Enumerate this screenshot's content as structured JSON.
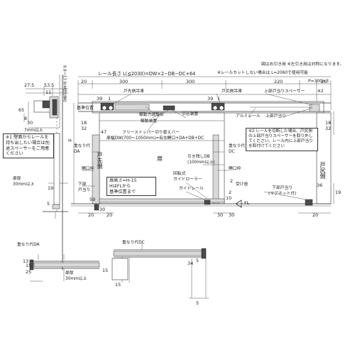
{
  "notes": {
    "top_note": "図は右引き用 ※左引き用は対称になります。",
    "rail_length": "レール長さ L(≦2030)=DW×2−DB−DC+64",
    "rail_uncut_note": "※レールカットしない場合は L=2060で使用可能",
    "note1": "※1 壁面からレールを持ち出したい場合は別途スペーサーをご用意ください",
    "note2": "※2 レールを切断した場合、戸尻側の上部戸当りスペーサーを取り外してください。レール内に上部戸当りを取付けてください"
  },
  "labels": {
    "door_stop_hook": "戸先側吊車",
    "tail_hanger": "戸尻側吊車",
    "upper_stop_spacer": "上部戸当りスペーサー",
    "note2_ref": "※2",
    "drive_bracket": "駆動力調整部",
    "draw_device": "引込装置",
    "drive_device": "駆動装置",
    "free_stopper": "フリーストッパー切り替えバー",
    "aluminum_rail": "アルミレール",
    "upper_stop": "上部戸当り",
    "reference_position": "基準位置",
    "door_width_formula": "扉幅DW(700〜1050mm)=有効開口+DA+DB+DC",
    "overlap_da": "重なり代\nDA",
    "overlap_dc": "重なり代\nDC",
    "door": "扉",
    "door_tip_side": "戸先側",
    "door_tail_side": "戸尻側",
    "pull_margin": "引き残しDB\n(100mm以上)",
    "opening_frame_left": "開口枠",
    "opening_frame_right": "開口枠",
    "rotary_guide_roller": "回転式\nガイドローラー",
    "guide_rail": "ガイドレール",
    "receiver_seat": "受け座",
    "lower_stop_left": "下部\n戸当り",
    "lower_stop_right": "下部戸当り\n(マグネット付)",
    "door_height_box": "扉高さ=H-15\nHはFLから\n基準位置まで",
    "door_thickness": "扉厚\n30mm以上",
    "door_thickness_bottom": "扉厚\n30mm以上",
    "overlap_da_bottom": "重なり代DA",
    "overlap_dc_bottom": "重なり代DC",
    "fl": "FL",
    "h": "H",
    "ceiling_note": "8.8〜13.8(支持位置)",
    "min7": "7mm以上",
    "pitch": "P=300×3"
  },
  "dims": {
    "top_left": [
      "27.5",
      "53.5"
    ],
    "top_left_mid": "11",
    "top_left_v": [
      "65",
      "8",
      "30"
    ],
    "row_top": [
      "20",
      "300",
      "300",
      "220",
      "20"
    ],
    "row2": [
      "39",
      "1",
      "39",
      "1"
    ],
    "left_v": [
      "18",
      "32",
      "47"
    ],
    "left_v2": [
      "19",
      "5"
    ],
    "left_mid": "59",
    "bot_left": [
      "20",
      "30",
      "20"
    ],
    "right_v": [
      "18",
      "32",
      "19",
      "36"
    ],
    "right_bot": [
      "30",
      "30",
      "20"
    ],
    "mid_bottom": [
      "2",
      "2",
      "10"
    ],
    "bottom_view_left": [
      "15",
      "13",
      "25"
    ],
    "bottom_view_mid": "15",
    "bottom_view_right": [
      "5",
      "34",
      "5"
    ],
    "bottom_view_small": "15"
  }
}
